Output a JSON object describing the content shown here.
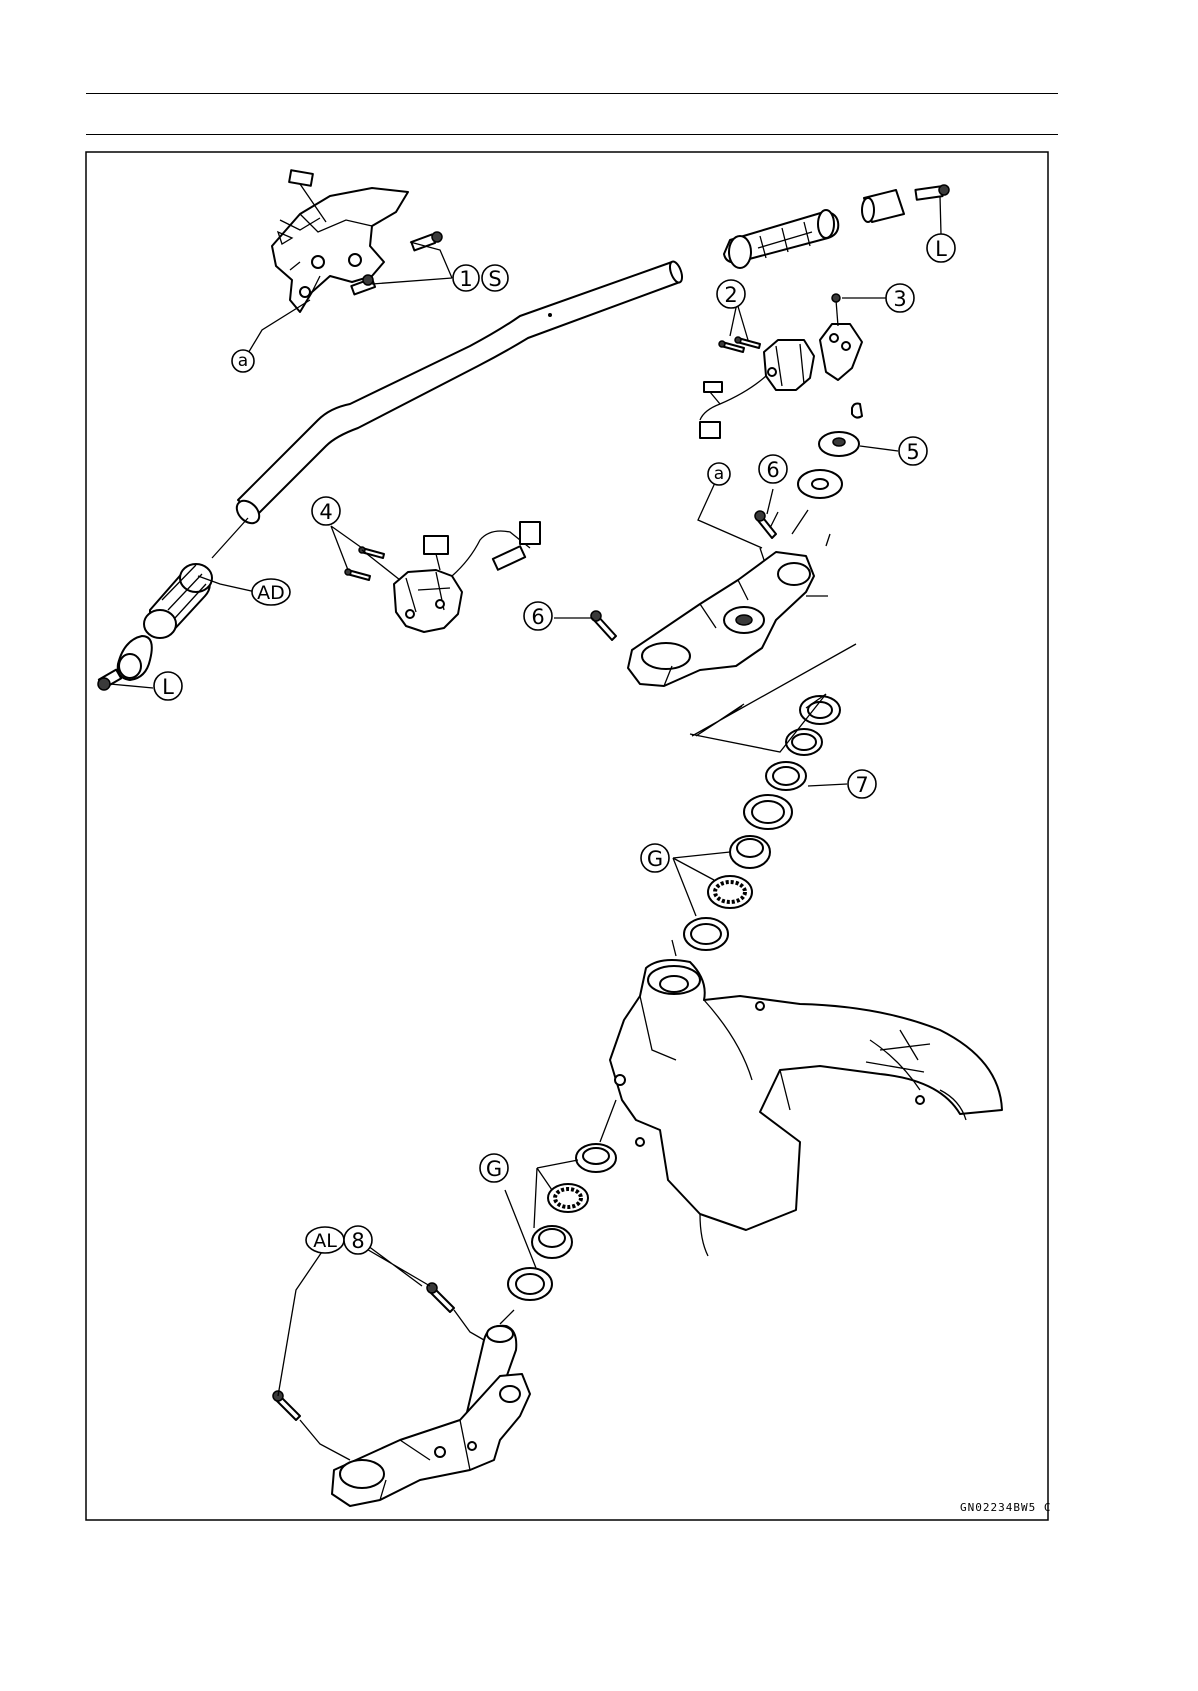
{
  "figure": {
    "code": "GN02234BW5 C",
    "callouts": [
      {
        "id": "c1",
        "kind": "num",
        "text": "1"
      },
      {
        "id": "cS",
        "kind": "num",
        "text": "S"
      },
      {
        "id": "ca1",
        "kind": "small",
        "text": "a"
      },
      {
        "id": "cL1",
        "kind": "num",
        "text": "L"
      },
      {
        "id": "c2",
        "kind": "num",
        "text": "2"
      },
      {
        "id": "c3",
        "kind": "num",
        "text": "3"
      },
      {
        "id": "c5",
        "kind": "num",
        "text": "5"
      },
      {
        "id": "ca2",
        "kind": "small",
        "text": "a"
      },
      {
        "id": "c6a",
        "kind": "num",
        "text": "6"
      },
      {
        "id": "c4",
        "kind": "num",
        "text": "4"
      },
      {
        "id": "cAD",
        "kind": "wide",
        "text": "AD"
      },
      {
        "id": "c6b",
        "kind": "num",
        "text": "6"
      },
      {
        "id": "cL2",
        "kind": "num",
        "text": "L"
      },
      {
        "id": "c7",
        "kind": "num",
        "text": "7"
      },
      {
        "id": "cG1",
        "kind": "num",
        "text": "G"
      },
      {
        "id": "cG2",
        "kind": "num",
        "text": "G"
      },
      {
        "id": "cAL",
        "kind": "wide",
        "text": "AL"
      },
      {
        "id": "c8",
        "kind": "num",
        "text": "8"
      }
    ]
  }
}
